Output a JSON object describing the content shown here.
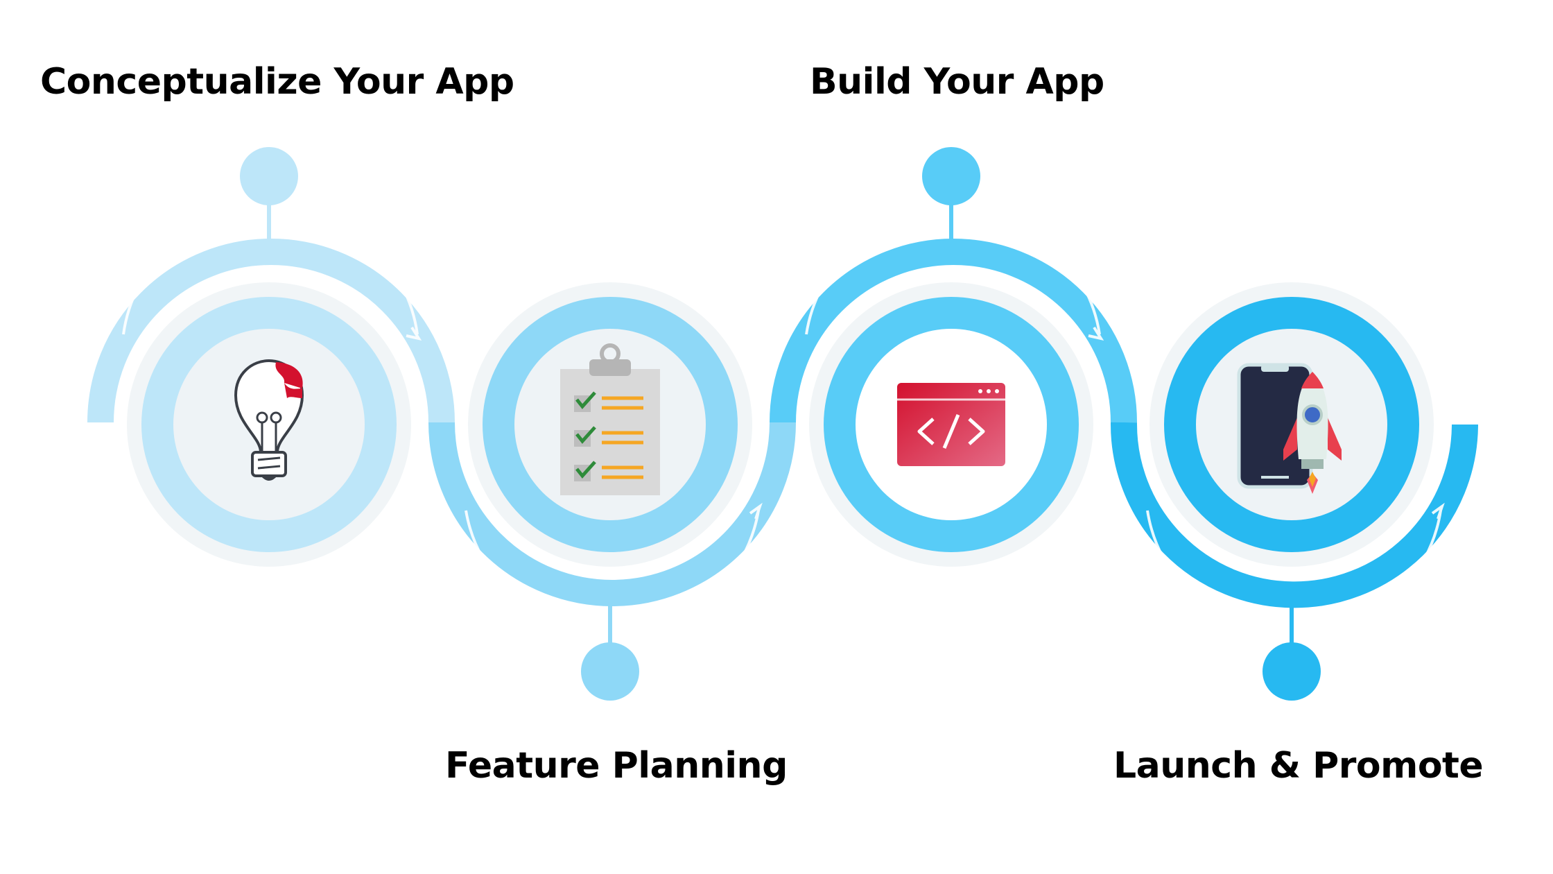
{
  "steps": [
    {
      "label": "Conceptualize Your App",
      "icon": "lightbulb-puzzle-icon",
      "color": "#BDE6F9"
    },
    {
      "label": "Feature Planning",
      "icon": "checklist-clipboard-icon",
      "color": "#8ED8F7"
    },
    {
      "label": "Build Your App",
      "icon": "code-window-icon",
      "color": "#58CCF7"
    },
    {
      "label": "Launch & Promote",
      "icon": "phone-rocket-icon",
      "color": "#27B9F1"
    }
  ],
  "colors": {
    "halo": "#F1F5F7",
    "inner_disc": "#EEF3F6",
    "accent_red": "#D3112E",
    "check_green": "#2E8B3A",
    "line_orange": "#F5A623"
  }
}
